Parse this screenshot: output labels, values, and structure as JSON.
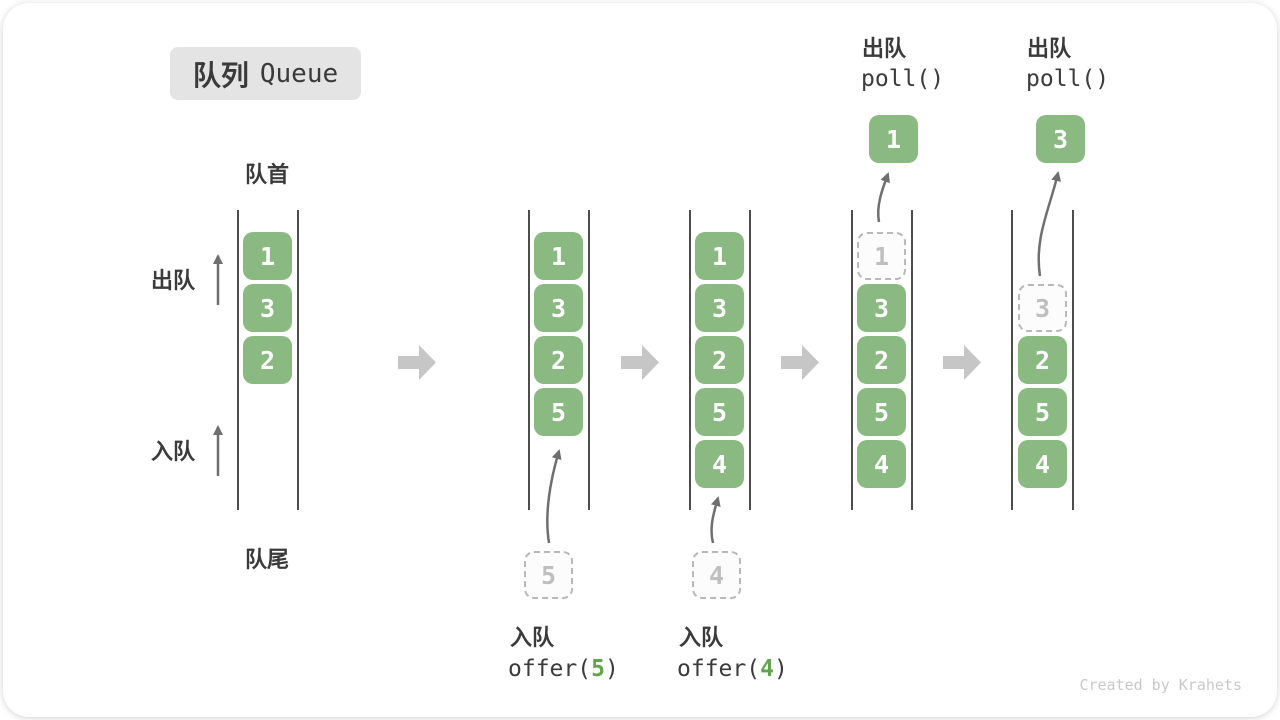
{
  "title": {
    "zh": "队列",
    "en": "Queue"
  },
  "labels": {
    "front": "队首",
    "rear": "队尾",
    "dequeue": "出队",
    "enqueue": "入队"
  },
  "watermark": "Created by Krahets",
  "colors": {
    "element_green": "#8aba82",
    "code_arg_green": "#64a34f",
    "channel_line": "#4d4d4d",
    "flow_arrow_gray": "#c6c6c6",
    "small_arrow_gray": "#6f6f6f",
    "dashed_border": "#b9b9b9",
    "badge_bg": "#e4e4e4",
    "text_dark": "#3b3b3b"
  },
  "states": [
    {
      "name": "initial",
      "boxes": [
        {
          "value": "1"
        },
        {
          "value": "3"
        },
        {
          "value": "2"
        }
      ]
    },
    {
      "name": "after-offer-5",
      "boxes": [
        {
          "value": "1"
        },
        {
          "value": "3"
        },
        {
          "value": "2"
        },
        {
          "value": "5"
        }
      ],
      "incoming": "5",
      "op": {
        "label": "入队",
        "fn": "offer(",
        "arg": "5",
        "close": ")"
      }
    },
    {
      "name": "after-offer-4",
      "boxes": [
        {
          "value": "1"
        },
        {
          "value": "3"
        },
        {
          "value": "2"
        },
        {
          "value": "5"
        },
        {
          "value": "4"
        }
      ],
      "incoming": "4",
      "op": {
        "label": "入队",
        "fn": "offer(",
        "arg": "4",
        "close": ")"
      }
    },
    {
      "name": "after-poll-1",
      "removed": "1",
      "popped": "1",
      "boxes": [
        {
          "value": "3"
        },
        {
          "value": "2"
        },
        {
          "value": "5"
        },
        {
          "value": "4"
        }
      ],
      "op": {
        "label": "出队",
        "code": "poll()"
      }
    },
    {
      "name": "after-poll-3",
      "removed": "3",
      "popped": "3",
      "boxes": [
        {
          "value": "2"
        },
        {
          "value": "5"
        },
        {
          "value": "4"
        }
      ],
      "op": {
        "label": "出队",
        "code": "poll()"
      }
    }
  ]
}
